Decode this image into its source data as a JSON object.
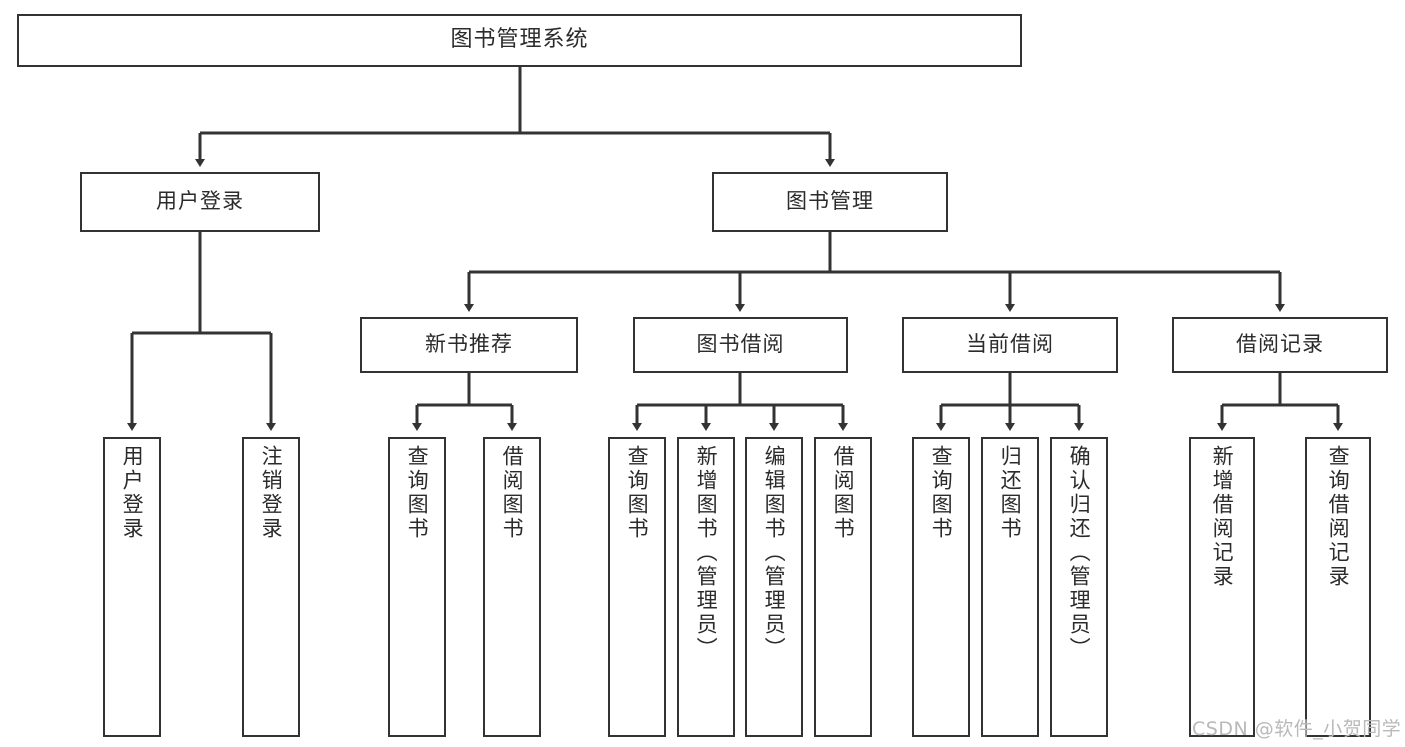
{
  "diagram": {
    "title": "图书管理系统",
    "type": "tree-hierarchy",
    "root": {
      "label": "图书管理系统"
    },
    "level2": [
      {
        "label": "用户登录"
      },
      {
        "label": "图书管理"
      }
    ],
    "level3": [
      {
        "label": "新书推荐"
      },
      {
        "label": "图书借阅"
      },
      {
        "label": "当前借阅"
      },
      {
        "label": "借阅记录"
      }
    ],
    "leaves": {
      "user_login": [
        {
          "label": "用户登录"
        },
        {
          "label": "注销登录"
        }
      ],
      "new_book_recommend": [
        {
          "label": "查询图书"
        },
        {
          "label": "借阅图书"
        }
      ],
      "book_borrow": [
        {
          "label": "查询图书"
        },
        {
          "label": "新增图书（管理员）"
        },
        {
          "label": "编辑图书（管理员）"
        },
        {
          "label": "借阅图书"
        }
      ],
      "current_borrow": [
        {
          "label": "查询图书"
        },
        {
          "label": "归还图书"
        },
        {
          "label": "确认归还（管理员）"
        }
      ],
      "borrow_record": [
        {
          "label": "新增借阅记录"
        },
        {
          "label": "查询借阅记录"
        }
      ]
    }
  },
  "watermark": {
    "text": "CSDN @软件_小贺同学"
  },
  "colors": {
    "stroke": "#333333",
    "text": "#2b2b2b",
    "background": "#ffffff",
    "watermark": "#b9b9b9"
  }
}
